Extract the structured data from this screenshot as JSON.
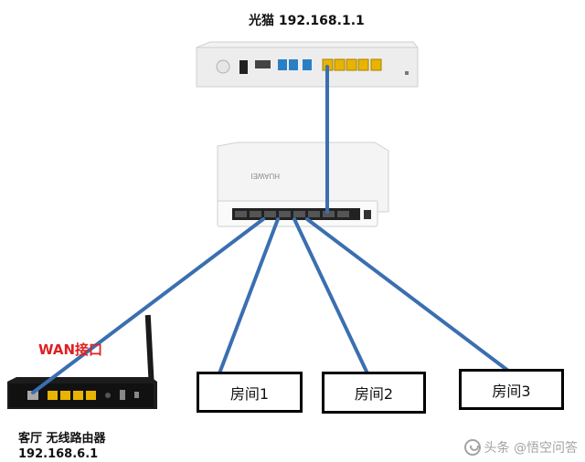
{
  "modem": {
    "label": "光猫 192.168.1.1"
  },
  "switch": {
    "brand": "HUAWEI"
  },
  "router": {
    "wan_label": "WAN接口",
    "label_line1": "客厅 无线路由器",
    "label_line2": "192.168.6.1"
  },
  "rooms": [
    "房间1",
    "房间2",
    "房间3"
  ],
  "watermark": "头条 @悟空问答",
  "colors": {
    "cable": "#3a6fb0",
    "wan_text": "#e02020",
    "port_yellow": "#e8b400",
    "port_blue": "#2a7fc4"
  }
}
